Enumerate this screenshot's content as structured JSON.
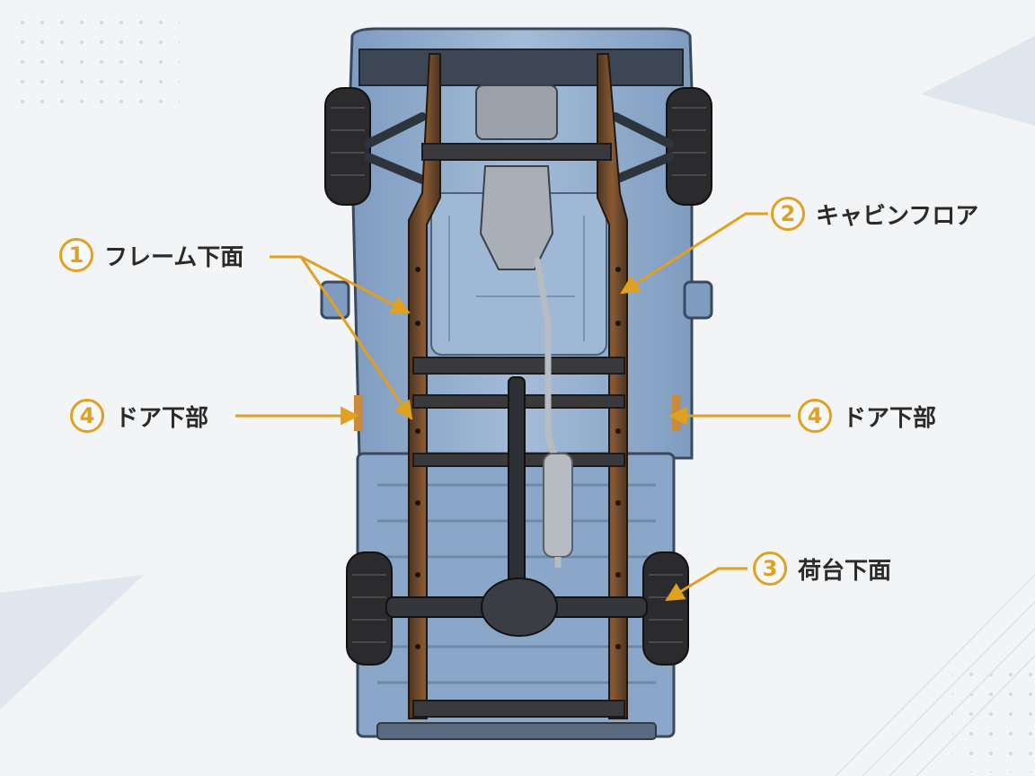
{
  "labels": {
    "frame_underside": {
      "number": "1",
      "text": "フレーム下面"
    },
    "cabin_floor": {
      "number": "2",
      "text": "キャビンフロア"
    },
    "bed_underside": {
      "number": "3",
      "text": "荷台下面"
    },
    "door_lower_left": {
      "number": "4",
      "text": "ドア下部"
    },
    "door_lower_right": {
      "number": "4",
      "text": "ドア下部"
    }
  },
  "colors": {
    "accent": "#e0a020",
    "background": "#f2f4f6",
    "body_blue": "#8aa6c8",
    "frame_rust": "#6b4a2e",
    "text": "#2a2a2a"
  }
}
